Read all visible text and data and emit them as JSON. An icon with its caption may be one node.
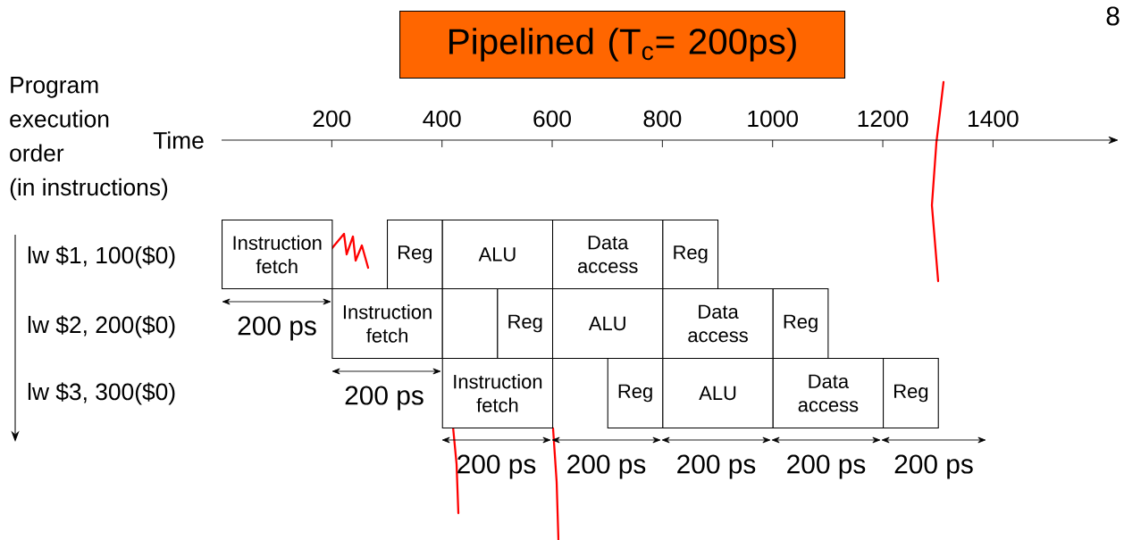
{
  "diagram": {
    "nodes": [
      {
        "text": [
          "Pipelined (T$_{c}$= 200ps)"
        ]
      },
      {
        "text": [
          "Instruction fetch"
        ]
      },
      {
        "text": [
          "Reg"
        ]
      },
      {
        "text": [
          "ALU"
        ]
      },
      {
        "text": [
          "Data access"
        ]
      },
      {
        "text": [
          "Reg"
        ]
      },
      {
        "text": [
          "Instruction fetch"
        ]
      },
      {
        "text": [],
        "shape": "box"
      },
      {
        "text": [
          "Reg"
        ]
      },
      {
        "text": [
          "ALU"
        ]
      },
      {
        "text": [
          "Data access"
        ]
      },
      {
        "text": [
          "Reg"
        ]
      },
      {
        "text": [
          "Instruction fetch"
        ]
      },
      {
        "text": [
          "Reg"
        ]
      },
      {
        "text": [
          "ALU"
        ]
      },
      {
        "text": [
          "Data access"
        ]
      },
      {
        "text": [
          "Reg"
        ]
      }
    ],
    "edges": [],
    "labels": [
      "8",
      "Program execution order (in instructions)",
      "Time",
      "200",
      "400",
      "600",
      "800",
      "1000",
      "1200",
      "1400",
      "lw $1, 100($0)",
      "lw $2, 200($0)",
      "200 ps",
      "lw $3, 300($0)",
      "200 ps",
      "200 ps",
      "200 ps",
      "200 ps",
      "200 ps",
      "200 ps"
    ]
  }
}
